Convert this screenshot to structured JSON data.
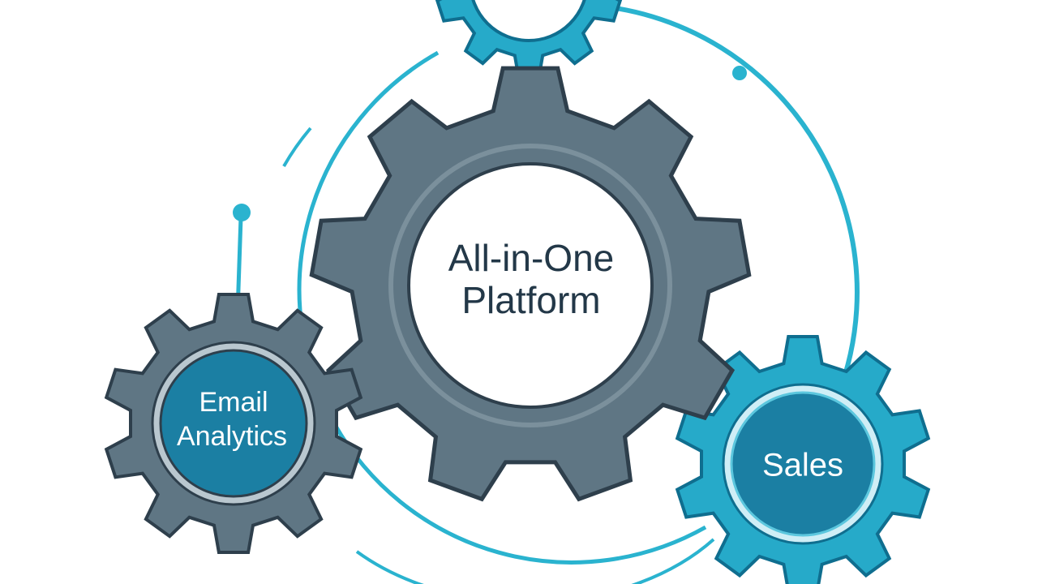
{
  "diagram": {
    "center_gear": {
      "label_line1": "All-in-One",
      "label_line2": "Platform"
    },
    "left_gear": {
      "label_line1": "Email",
      "label_line2": "Analytics"
    },
    "right_gear": {
      "label": "Sales"
    },
    "top_gear": {
      "label": ""
    },
    "colors": {
      "gray_gear": "#5f7684",
      "gray_outline": "#2e3f4c",
      "teal_gear": "#26aac9",
      "teal_outline": "#0f6e8f",
      "teal_inner": "#1b7fa3",
      "ring": "#2ab3cf",
      "dark_text": "#233848",
      "light_text": "#ffffff"
    }
  }
}
